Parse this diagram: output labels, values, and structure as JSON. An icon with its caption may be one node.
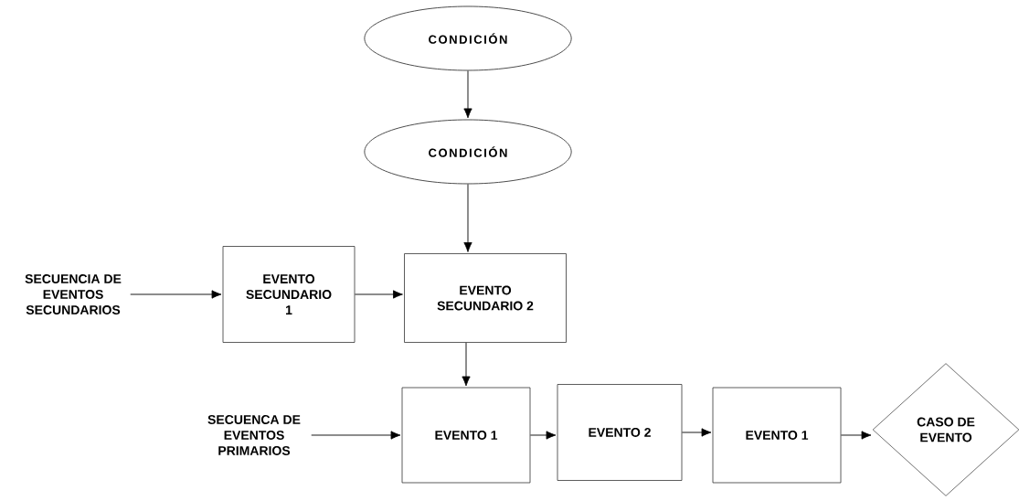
{
  "diagram": {
    "nodes": [
      {
        "text": [
          "CONDICIÓN"
        ]
      },
      {
        "text": [
          "CONDICIÓN"
        ]
      },
      {
        "text": [
          "SECUENCIA DE EVENTOS SECUNDARIOS"
        ]
      },
      {
        "text": [
          "EVENTO SECUNDARIO 1"
        ]
      },
      {
        "text": [
          "EVENTO SECUNDARIO 2"
        ]
      },
      {
        "text": [
          "SECUENCA DE EVENTOS PRIMARIOS"
        ]
      },
      {
        "text": [
          "EVENTO 1"
        ]
      },
      {
        "text": [
          "EVENTO 2"
        ]
      },
      {
        "text": [
          "EVENTO 1"
        ]
      },
      {
        "text": [
          "CASO DE EVENTO"
        ]
      }
    ],
    "edges": [
      {
        "from": 0,
        "to": 1,
        "arrow": "to"
      },
      {
        "from": 1,
        "to": 4,
        "arrow": "to"
      },
      {
        "from": 2,
        "to": 3,
        "arrow": "to"
      },
      {
        "from": 3,
        "to": 4,
        "arrow": "to"
      },
      {
        "from": 4,
        "to": 6,
        "arrow": "to"
      },
      {
        "from": 5,
        "to": 6,
        "arrow": "to"
      },
      {
        "from": 6,
        "to": 7,
        "arrow": "to"
      },
      {
        "from": 7,
        "to": 8,
        "arrow": "to"
      },
      {
        "from": 8,
        "to": 9,
        "arrow": "to"
      }
    ]
  }
}
